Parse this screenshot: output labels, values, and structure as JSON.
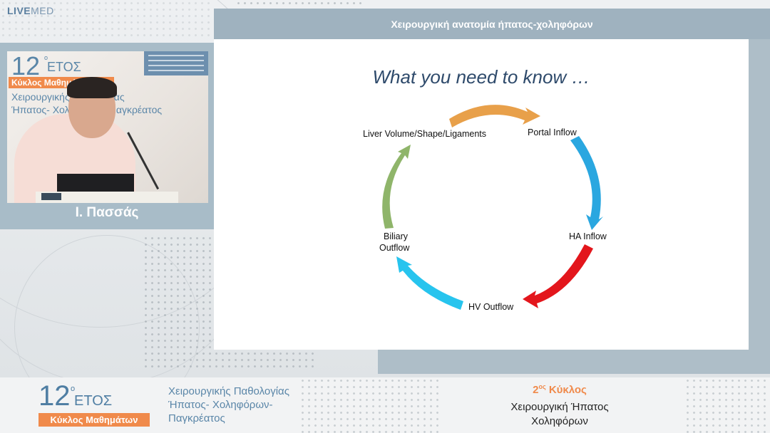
{
  "brand": {
    "logo_live": "LIVE",
    "logo_med": "MED"
  },
  "header": {
    "title": "Χειρουργική ανατομία ήπατος-χοληφόρων"
  },
  "slide": {
    "heading": "What you need to know …",
    "cycle": [
      {
        "label": "Portal Inflow",
        "arrow_color": "#e8a04a"
      },
      {
        "label": "HA Inflow",
        "arrow_color": "#2aa7e0"
      },
      {
        "label": "HV Outflow",
        "arrow_color": "#e3161c"
      },
      {
        "label_line1": "Biliary",
        "label_line2": "Outflow",
        "arrow_color": "#27c4ee"
      },
      {
        "label": "Liver Volume/Shape/Ligaments",
        "arrow_color": "#8fb56a"
      }
    ]
  },
  "speaker": {
    "name": "Ι. Πασσάς",
    "video_overlay": {
      "year_number": "12",
      "year_sup": "ο",
      "year_word": "ΕΤΟΣ",
      "course_badge": "Κύκλος Μαθημάτων",
      "subject_line1": "Χειρουργικής Παθολογίας",
      "subject_line2": "Ήπατος- Χοληφόρων-Παγκρέατος"
    }
  },
  "footer": {
    "year_number": "12",
    "year_sup": "ο",
    "year_word": "ΕΤΟΣ",
    "course_badge": "Κύκλος Μαθημάτων",
    "subject_line1": "Χειρουργικής Παθολογίας",
    "subject_line2": "Ήπατος- Χοληφόρων-",
    "subject_line3": "Παγκρέατος",
    "cycle_number": "2",
    "cycle_sup": "ος",
    "cycle_word": "Κύκλος",
    "topic_line1": "Χειρουργική Ήπατος",
    "topic_line2": "Χοληφόρων"
  },
  "colors": {
    "accent_orange": "#f08a4b",
    "brand_blue": "#5a86a8",
    "title_bar": "#9fb2bf"
  }
}
